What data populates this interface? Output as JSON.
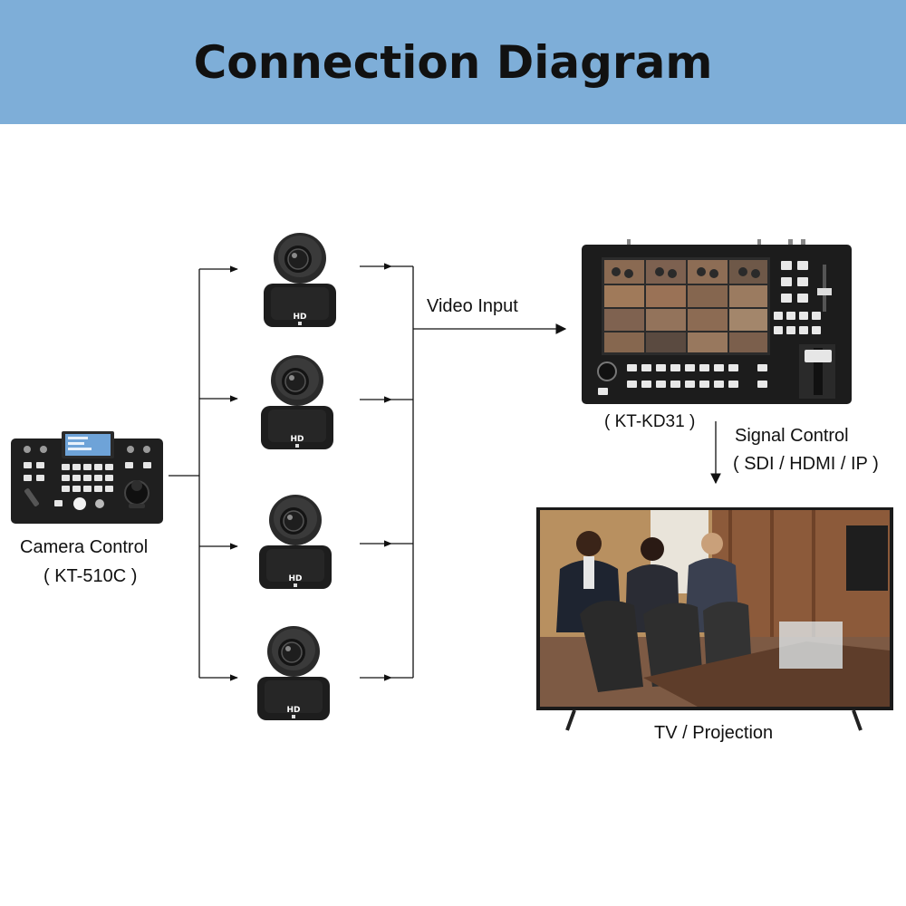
{
  "title": "Connection Diagram",
  "camera_controller": {
    "name": "Camera Control",
    "model": "( KT-510C )"
  },
  "cameras": [
    {
      "badge": "HD"
    },
    {
      "badge": "HD"
    },
    {
      "badge": "HD"
    },
    {
      "badge": "HD"
    }
  ],
  "video_input_label": "Video Input",
  "switcher": {
    "model": "( KT-KD31 )"
  },
  "signal": {
    "label": "Signal Control",
    "interfaces": "( SDI / HDMI / IP )"
  },
  "display": {
    "label": "TV / Projection"
  },
  "colors": {
    "header_bg": "#7eaed8",
    "device_body": "#1c1c1c",
    "line": "#111111"
  }
}
